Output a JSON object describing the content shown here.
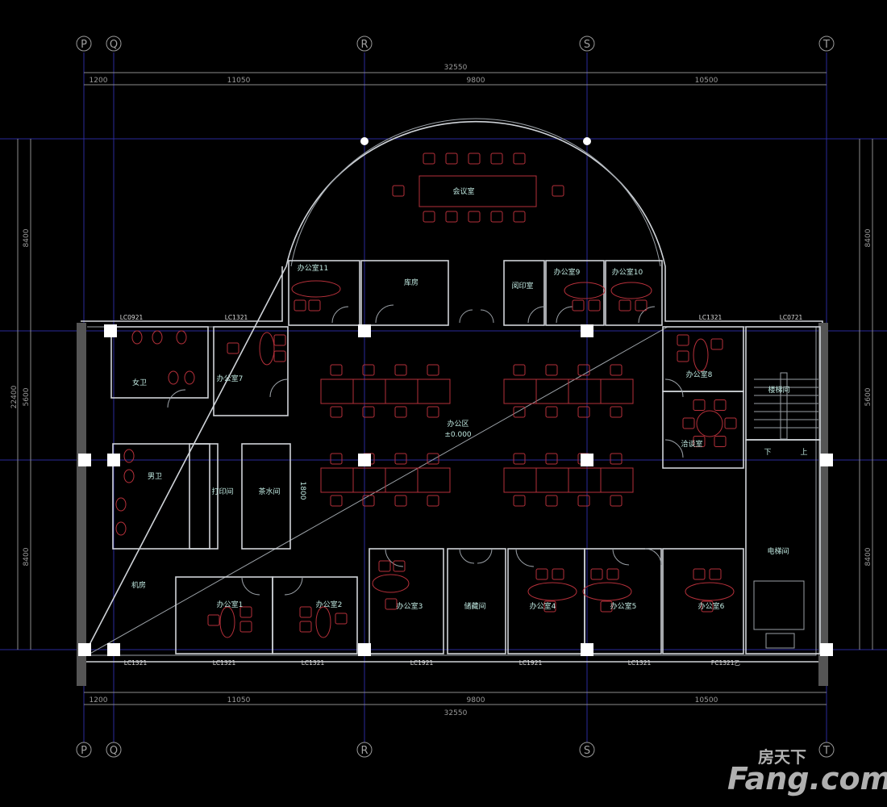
{
  "axes": {
    "top": [
      "P",
      "Q",
      "R",
      "S",
      "T"
    ],
    "bottom": [
      "P",
      "Q",
      "R",
      "S",
      "T"
    ]
  },
  "dimensions": {
    "total": "32550",
    "segments": [
      "1200",
      "11050",
      "9800",
      "10500"
    ],
    "left_total": "22400",
    "left_segments": [
      "8400",
      "5600",
      "8400"
    ],
    "right_segments": [
      "8400",
      "5600",
      "8400"
    ]
  },
  "rooms": {
    "meeting": "会议室",
    "office11": "办公室11",
    "storage": "库房",
    "copy": "阅印室",
    "office9": "办公室9",
    "office10": "办公室10",
    "office7": "办公室7",
    "womens_wc": "女卫",
    "mens_wc": "男卫",
    "print": "打印间",
    "tea": "茶水间",
    "tea_dim": "1800",
    "open_office": "办公区",
    "elevation": "±0.000",
    "office8": "办公室8",
    "negotiation": "洽谈室",
    "stair": "楼梯间",
    "stair_down": "下",
    "stair_up": "上",
    "elevator": "电梯间",
    "machine": "机房",
    "office1": "办公室1",
    "office2": "办公室2",
    "office3": "办公室3",
    "archive": "储藏间",
    "office4": "办公室4",
    "office5": "办公室5",
    "office6": "办公室6"
  },
  "windows": {
    "top": [
      "LC0921",
      "LC1321",
      "LC1321",
      "LC0721"
    ],
    "bottom": [
      "LC1321",
      "LC1321",
      "LC1321",
      "LC1921",
      "LC1921",
      "LC1321",
      "FC1321乙"
    ]
  },
  "watermark": {
    "cn": "房天下",
    "en": "Fang.com"
  }
}
